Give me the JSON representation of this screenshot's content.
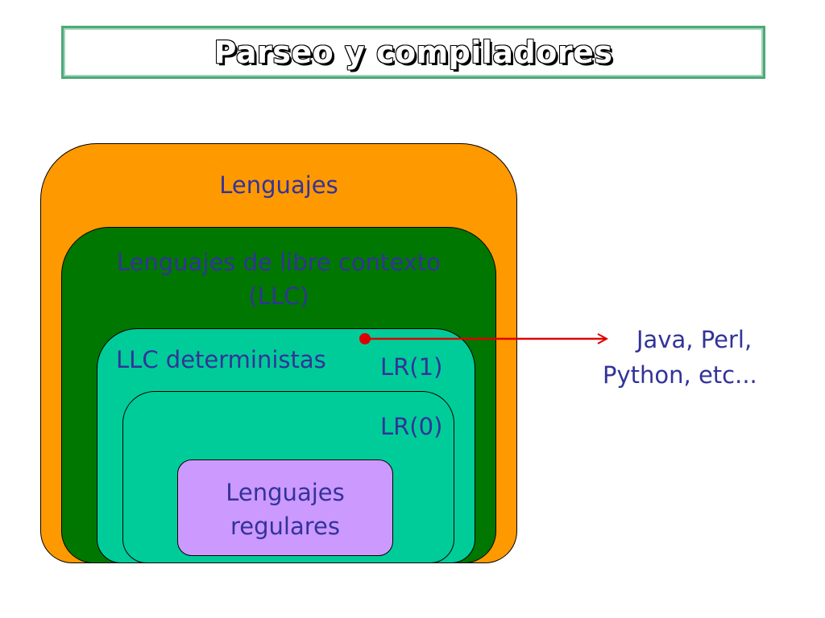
{
  "title": "Parseo y compiladores",
  "regions": {
    "lenguajes": "Lenguajes",
    "llc_line1": "Lenguajes de libre contexto",
    "llc_line2": "(LLC)",
    "llc_deterministas": "LLC deterministas",
    "lr1": "LR(1)",
    "lr0": "LR(0)",
    "regulares_line1": "Lenguajes",
    "regulares_line2": "regulares"
  },
  "annotation": {
    "line1": "Java, Perl,",
    "line2": "Python, etc..."
  },
  "colors": {
    "lenguajes": "#ff9900",
    "llc": "#007700",
    "llc_deterministas": "#00cc99",
    "regulares": "#cc99ff",
    "text": "#333399",
    "arrow": "#dd0000",
    "title_border": "#4fa87a"
  }
}
